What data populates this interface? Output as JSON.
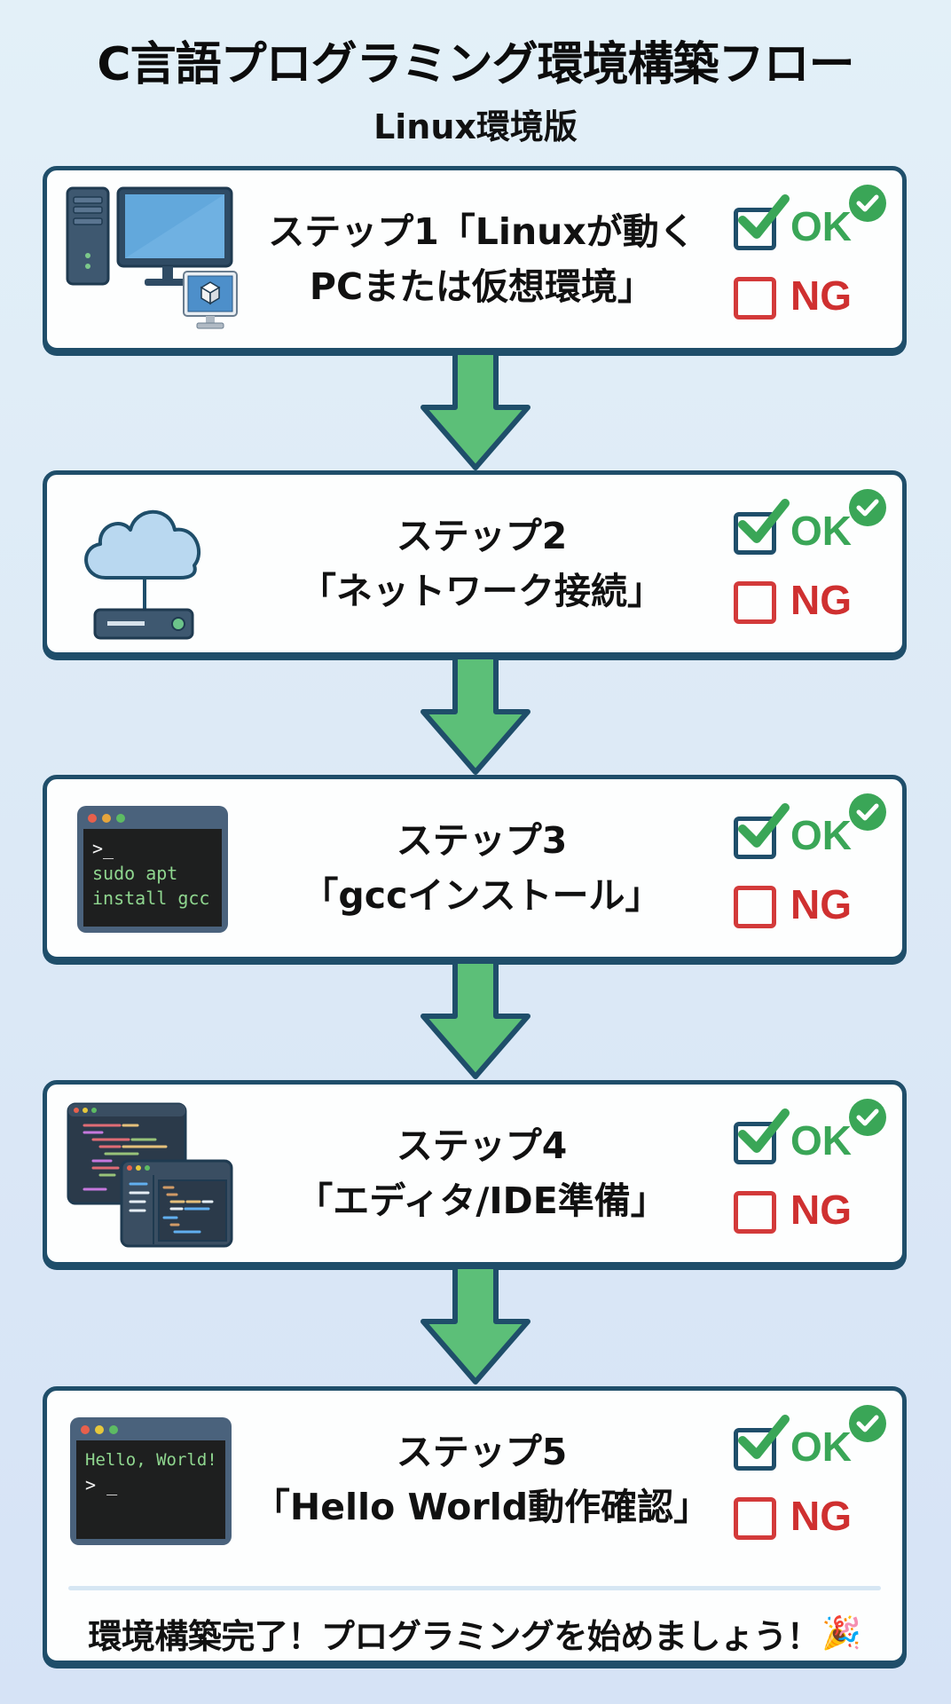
{
  "header": {
    "title": "C言語プログラミング環境構築フロー",
    "subtitle": "Linux環境版"
  },
  "colors": {
    "card_border": "#1f4e6a",
    "arrow_fill": "#5cbf78",
    "ok_green": "#3aa657",
    "ng_red": "#cf3030",
    "background": "#dce9f6"
  },
  "checklist": {
    "ok_label": "OK",
    "ng_label": "NG"
  },
  "steps": [
    {
      "line1": "ステップ1「Linuxが動く",
      "line2": "PCまたは仮想環境」",
      "icon": "desktop-pc-with-virtual-machine-icon",
      "ok_checked": true,
      "ng_checked": false
    },
    {
      "line1": "ステップ2",
      "line2": "「ネットワーク接続」",
      "icon": "cloud-router-network-icon",
      "ok_checked": true,
      "ng_checked": false
    },
    {
      "line1": "ステップ3",
      "line2": "「gccインストール」",
      "icon": "terminal-icon",
      "terminal_prompt": ">_",
      "terminal_lines": [
        "sudo apt",
        "install gcc"
      ],
      "ok_checked": true,
      "ng_checked": false
    },
    {
      "line1": "ステップ4",
      "line2": "「エディタ/IDE準備」",
      "icon": "code-editor-ide-icon",
      "ok_checked": true,
      "ng_checked": false
    },
    {
      "line1": "ステップ5",
      "line2": "「Hello World動作確認」",
      "icon": "terminal-hello-world-icon",
      "terminal_output": "Hello, World!",
      "terminal_prompt": "> _",
      "ok_checked": true,
      "ng_checked": false
    }
  ],
  "footer": {
    "message": "環境構築完了！プログラミングを始めましょう！",
    "emoji": "🎉"
  }
}
